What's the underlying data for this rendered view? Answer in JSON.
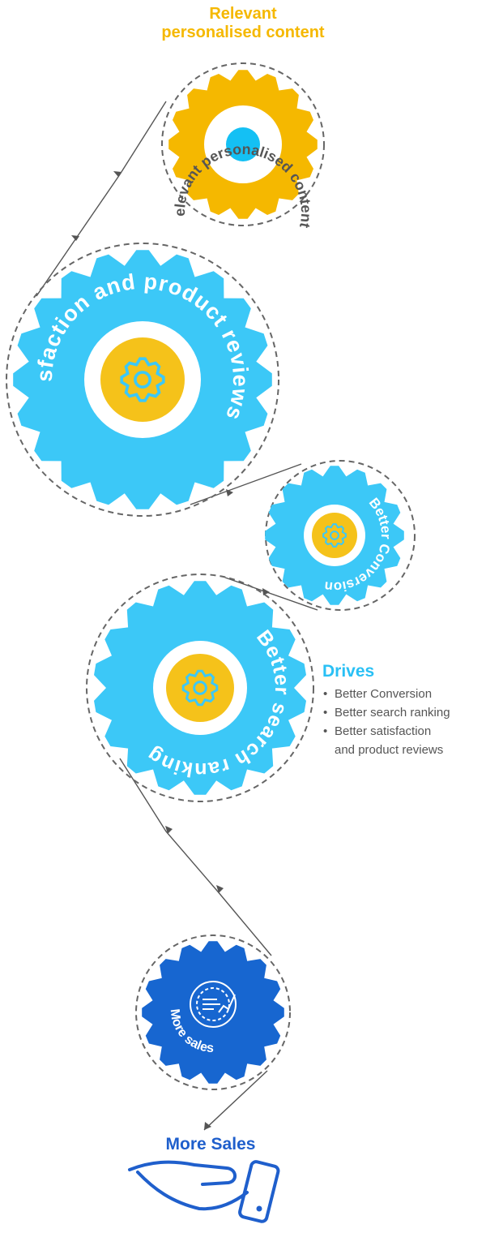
{
  "title_lines": [
    "Relevant",
    "personalised content"
  ],
  "gears": [
    {
      "id": "relevant-personalised-content",
      "label": "Relevant personalised content",
      "size": "small",
      "color": "#f5b800",
      "text_color": "#555555",
      "center_icon": "dot-icon"
    },
    {
      "id": "better-satisfaction",
      "label": "Better satisfaction and product reviews",
      "size": "large",
      "color": "#3cc8f7",
      "text_color": "#ffffff",
      "center_icon": "gear-icon"
    },
    {
      "id": "better-conversion",
      "label": "Better Conversion",
      "size": "small",
      "color": "#3cc8f7",
      "text_color": "#ffffff",
      "center_icon": "gear-icon"
    },
    {
      "id": "better-search-ranking",
      "label": "Better search ranking",
      "size": "medium",
      "color": "#3cc8f7",
      "text_color": "#ffffff",
      "center_icon": "gear-icon"
    },
    {
      "id": "more-sales-gear",
      "label": "More sales",
      "size": "small",
      "color": "#1766d0",
      "text_color": "#ffffff",
      "center_icon": "analytics-gear-icon"
    }
  ],
  "drives": {
    "title": "Drives",
    "items": [
      "Better Conversion",
      "Better search ranking",
      "Better satisfaction",
      "and product reviews"
    ]
  },
  "result": {
    "label": "More Sales",
    "icon": "hand-icon"
  },
  "colors": {
    "yellow": "#f5b800",
    "light_blue": "#3cc8f7",
    "dark_blue": "#1766d0",
    "accent_blue": "#29c0f5",
    "connector": "#555555",
    "text_gray": "#555555"
  }
}
